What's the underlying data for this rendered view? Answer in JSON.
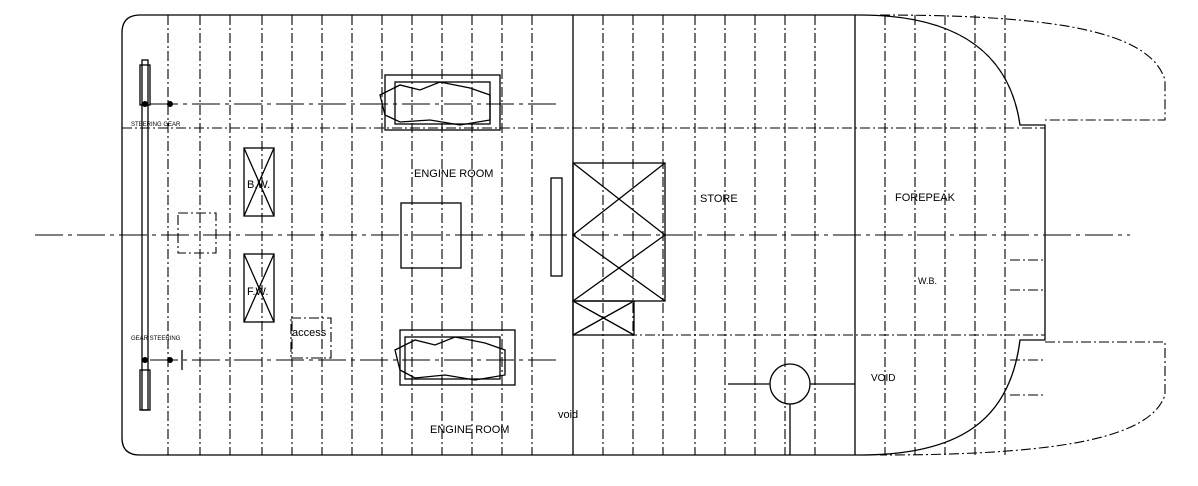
{
  "drawing": {
    "title": "General arrangement - tank top plan",
    "labels": {
      "engine_room_top": "ENGINE ROOM",
      "engine_room_bottom": "ENGINE ROOM",
      "store": "STORE",
      "forepeak": "FOREPEAK",
      "wb": "W.B.",
      "void_upper": "VOID",
      "void_lower": "void",
      "bw": "B.W.",
      "fw": "F.W.",
      "access": "access",
      "steering_gear_top": "STEERING GEAR",
      "steering_gear_bottom": "GEAR STEERING"
    }
  }
}
